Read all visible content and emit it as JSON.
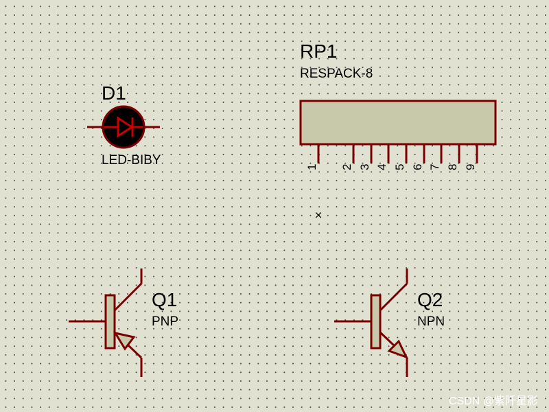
{
  "components": {
    "d1": {
      "ref": "D1",
      "value": "LED-BIBY"
    },
    "rp1": {
      "ref": "RP1",
      "value": "RESPACK-8",
      "pins": [
        "1",
        "2",
        "3",
        "4",
        "5",
        "6",
        "7",
        "8",
        "9"
      ]
    },
    "q1": {
      "ref": "Q1",
      "value": "PNP"
    },
    "q2": {
      "ref": "Q2",
      "value": "NPN"
    }
  },
  "cursor_mark": "×",
  "watermark": "CSDN @紫阡星影",
  "colors": {
    "background": "#e1e1d2",
    "grid_dot": "#4b4b4b",
    "wire": "#7a0000",
    "body_fill": "#c8c8aa",
    "led_fill": "#000000",
    "led_glyph": "#c80000"
  },
  "icons": [
    "led-diode-icon",
    "resistor-pack-icon",
    "pnp-transistor-icon",
    "npn-transistor-icon"
  ]
}
